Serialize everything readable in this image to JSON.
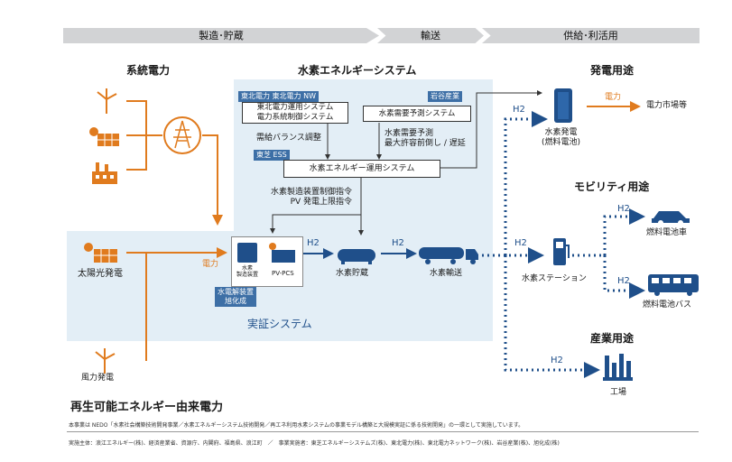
{
  "stages": [
    "製造･貯蔵",
    "輸送",
    "供給･利活用"
  ],
  "sections": {
    "grid_power": "系統電力",
    "h2_system": "水素エネルギーシステム",
    "power_use": "発電用途",
    "mobility_use": "モビリティ用途",
    "industry_use": "産業用途",
    "demo_system": "実証システム",
    "renewable_power": "再生可能エネルギー由来電力"
  },
  "companies": {
    "tohoku": "東北電力 東北電力 NW",
    "iwatani": "岩谷産業",
    "toshiba_ess": "東芝 ESS",
    "electrolyzer_co": "水電解装置\n旭化成"
  },
  "boxes": {
    "tohoku_systems": "東北電力運用システム\n電力系統制御システム",
    "demand_forecast": "水素需要予測システム",
    "hems": "水素エネルギー運用システム"
  },
  "labels": {
    "supply_demand": "需給バランス調整",
    "forecast_note": "水素需要予測\n最大許容前倒し / 遅延",
    "control_cmd": "水素製造装置制御指令\nPV 発電上限指令",
    "electrolyzer_small": "水素\n製造装置",
    "pv_pcs": "PV-PCS",
    "h2_storage": "水素貯蔵",
    "h2_transport": "水素輸送",
    "electricity": "電力",
    "solar": "太陽光発電",
    "wind": "風力発電",
    "fc_power": "水素発電\n(燃料電池)",
    "power_market": "電力市場等",
    "h2_station": "水素ステーション",
    "fcv": "燃料電池車",
    "fc_bus": "燃料電池バス",
    "factory": "工場",
    "h2": "H2"
  },
  "footer": {
    "line1": "本事業は NEDO「水素社会構築技術開発事業／水素エネルギーシステム技術開発／再エネ利用水素システムの事業モデル構築と大規模実証に係る技術開発」の一環として実施しています。",
    "line2": "実施主体：浪江エネルギー(株)、経済産業省、資源庁、内閣府、福島県、浪江町　／　事業実施者：東芝エネルギーシステムズ(株)、東北電力(株)、東北電力ネットワーク(株)、岩谷産業(株)、旭化成(株)"
  },
  "colors": {
    "orange": "#e07b1e",
    "navy": "#1f4f8a",
    "zone": "#e3eef6",
    "tag": "#3d6fa6"
  }
}
